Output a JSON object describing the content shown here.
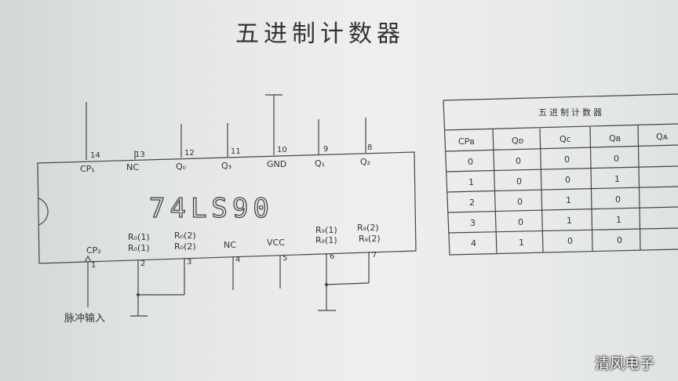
{
  "title": "五进制计数器",
  "chip_label": "74LS90",
  "top_pins": [
    {
      "num": "14",
      "label": "CP₁"
    },
    {
      "num": "13",
      "label": "NC"
    },
    {
      "num": "12",
      "label": "Q₀"
    },
    {
      "num": "11",
      "label": "Q₃"
    },
    {
      "num": "10",
      "label": "GND"
    },
    {
      "num": "9",
      "label": "Q₁"
    },
    {
      "num": "8",
      "label": "Q₂"
    }
  ],
  "bottom_pins": [
    {
      "num": "1",
      "label1": "",
      "label2": "CP₂"
    },
    {
      "num": "2",
      "label1": "R₀(1)",
      "label2": "R₀(1)"
    },
    {
      "num": "3",
      "label1": "R₀(2)",
      "label2": "R₀(2)"
    },
    {
      "num": "4",
      "label1": "",
      "label2": "NC"
    },
    {
      "num": "5",
      "label1": "",
      "label2": "VCC"
    },
    {
      "num": "6",
      "label1": "R₉(1)",
      "label2": "R₉(1)"
    },
    {
      "num": "7",
      "label1": "R₉(2)",
      "label2": "R₉(2)"
    }
  ],
  "input_label": "脉冲输入",
  "table": {
    "title": "五进制计数器",
    "headers": [
      "CPʙ",
      "Qᴅ",
      "Qᴄ",
      "Qʙ",
      "Qᴀ"
    ],
    "rows": [
      [
        "0",
        "0",
        "0",
        "0",
        ""
      ],
      [
        "1",
        "0",
        "0",
        "1",
        ""
      ],
      [
        "2",
        "0",
        "1",
        "0",
        ""
      ],
      [
        "3",
        "0",
        "1",
        "1",
        ""
      ],
      [
        "4",
        "1",
        "0",
        "0",
        ""
      ]
    ]
  },
  "watermark": "清风电子"
}
